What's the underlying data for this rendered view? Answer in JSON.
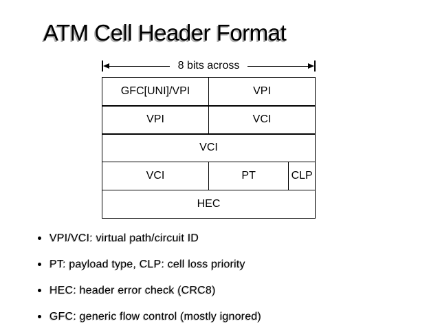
{
  "slide": {
    "title": "ATM Cell Header Format"
  },
  "diagram": {
    "width_label": "8 bits across",
    "table": {
      "rows": [
        [
          "GFC[UNI]/VPI",
          "VPI"
        ],
        [
          "VPI",
          "VCI"
        ],
        [
          "VCI"
        ],
        [
          "VCI",
          "PT",
          "CLP"
        ],
        [
          "HEC"
        ]
      ]
    }
  },
  "bullets": [
    "VPI/VCI: virtual path/circuit ID",
    "PT: payload type, CLP: cell loss priority",
    "HEC: header error check (CRC8)",
    "GFC: generic flow control (mostly ignored)"
  ],
  "icons": {
    "left_arrowhead": "◄",
    "right_arrowhead": "►",
    "bullet": "•"
  },
  "colors": {
    "background": "#ffffff",
    "text": "#000000",
    "shadow": "#b2b2b2"
  }
}
